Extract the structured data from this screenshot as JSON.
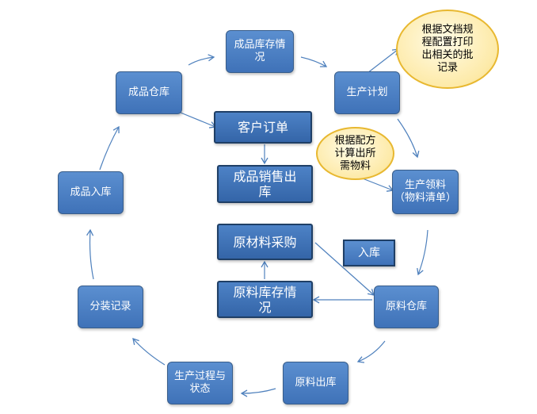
{
  "nodes": {
    "finished_stock_status": "成品库存情\n况",
    "production_plan": "生产计划",
    "material_requisition": "生产领料\n（物料清单）",
    "raw_material_warehouse": "原料仓库",
    "raw_material_outbound": "原料出库",
    "production_process": "生产过程与\n状态",
    "packaging_record": "分装记录",
    "finished_goods_inbound": "成品入库",
    "finished_goods_warehouse": "成品仓库",
    "customer_order": "客户订单",
    "finished_goods_sales_outbound": "成品销售出\n库",
    "raw_material_purchase": "原材料采购",
    "raw_material_stock_status": "原料库存情\n况",
    "inbound_tag": "入库"
  },
  "notes": {
    "print_batch_records": "根据文档规\n程配置打印\n出相关的批\n记录",
    "calculate_materials": "根据配方\n计算出所\n需物料"
  },
  "colors": {
    "box_fill": "#4a7ebf",
    "box_border": "#385d8a",
    "bubble_fill": "#fdeaa8",
    "bubble_border": "#e8b830",
    "arrow": "#4f81bd"
  }
}
